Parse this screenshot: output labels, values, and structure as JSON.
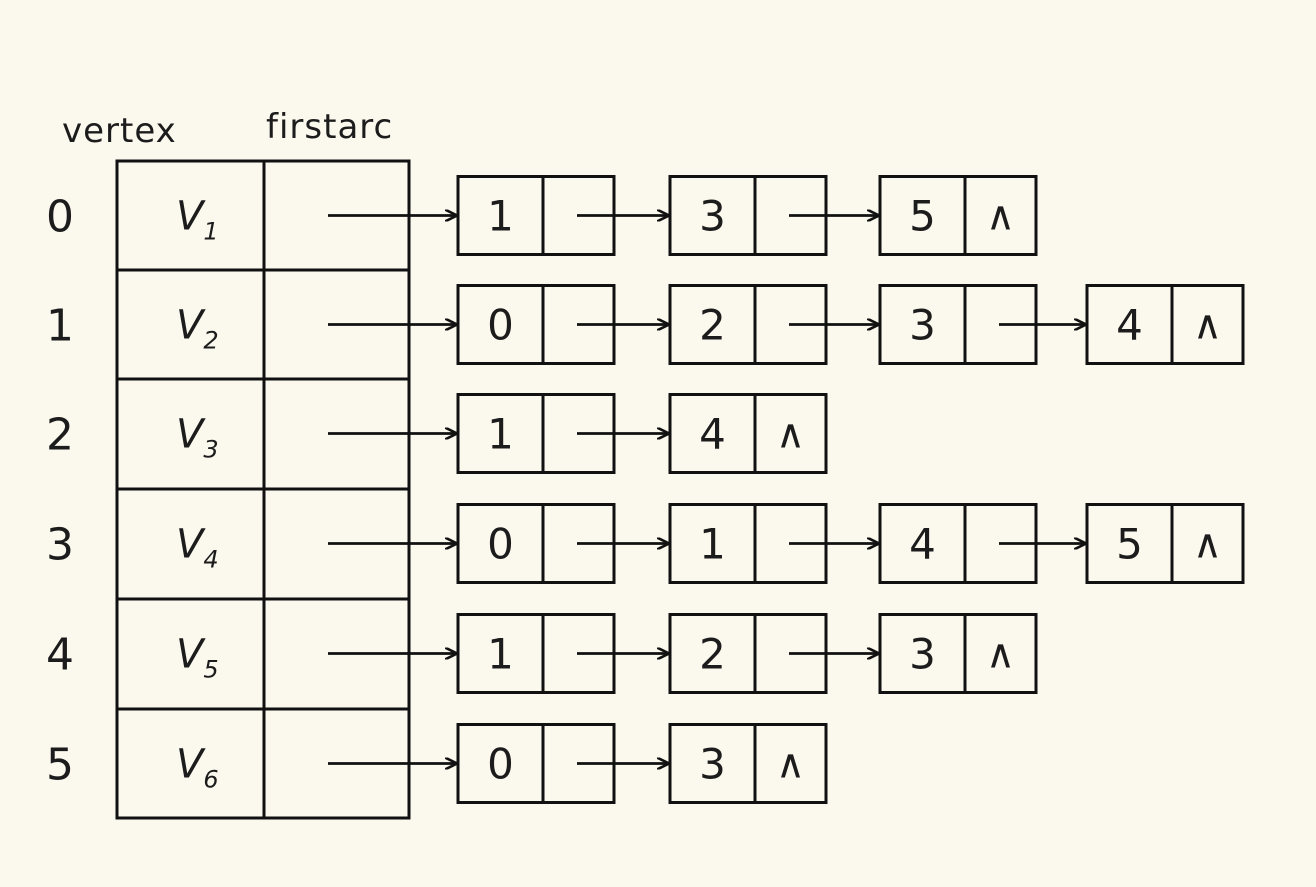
{
  "headers": {
    "vertex": "vertex",
    "firstarc": "firstarc"
  },
  "null_symbol": "∧",
  "colors": {
    "background": "#fbf8ee",
    "ink": "#111111"
  },
  "rows": [
    {
      "index": "0",
      "vertex_letter": "V",
      "vertex_sub": "1",
      "adj": [
        "1",
        "3",
        "5"
      ]
    },
    {
      "index": "1",
      "vertex_letter": "V",
      "vertex_sub": "2",
      "adj": [
        "0",
        "2",
        "3",
        "4"
      ]
    },
    {
      "index": "2",
      "vertex_letter": "V",
      "vertex_sub": "3",
      "adj": [
        "1",
        "4"
      ]
    },
    {
      "index": "3",
      "vertex_letter": "V",
      "vertex_sub": "4",
      "adj": [
        "0",
        "1",
        "4",
        "5"
      ]
    },
    {
      "index": "4",
      "vertex_letter": "V",
      "vertex_sub": "5",
      "adj": [
        "1",
        "2",
        "3"
      ]
    },
    {
      "index": "5",
      "vertex_letter": "V",
      "vertex_sub": "6",
      "adj": [
        "0",
        "3"
      ]
    }
  ]
}
